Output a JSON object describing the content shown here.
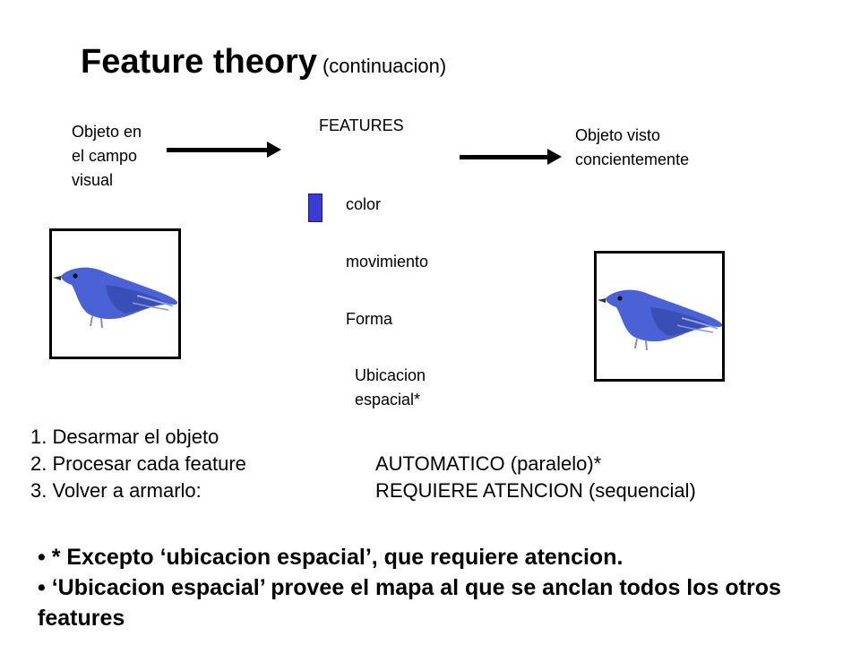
{
  "slide": {
    "title": "Feature theory",
    "title_sub": "(continuacion)",
    "input_label": "Objeto en\nel campo\nvisual",
    "features_heading": "FEATURES",
    "output_label": "Objeto visto\nconcientemente",
    "features": [
      "color",
      "movimiento",
      "Forma",
      "Ubicacion\nespacial*"
    ],
    "steps": [
      {
        "left": "1.    Desarmar el objeto",
        "right": ""
      },
      {
        "left": "2. Procesar cada feature",
        "right": "AUTOMATICO (paralelo)*"
      },
      {
        "left": "3.  Volver a armarlo:",
        "right": "REQUIERE ATENCION (sequencial)"
      }
    ],
    "bullets": [
      "• * Excepto ‘ubicacion espacial’, que requiere atencion.",
      "•  ‘Ubicacion espacial’ provee el mapa al que se anclan todos los otros features"
    ],
    "colors": {
      "swatch": "#3a3bd4",
      "bird": "#4a62d6"
    }
  }
}
